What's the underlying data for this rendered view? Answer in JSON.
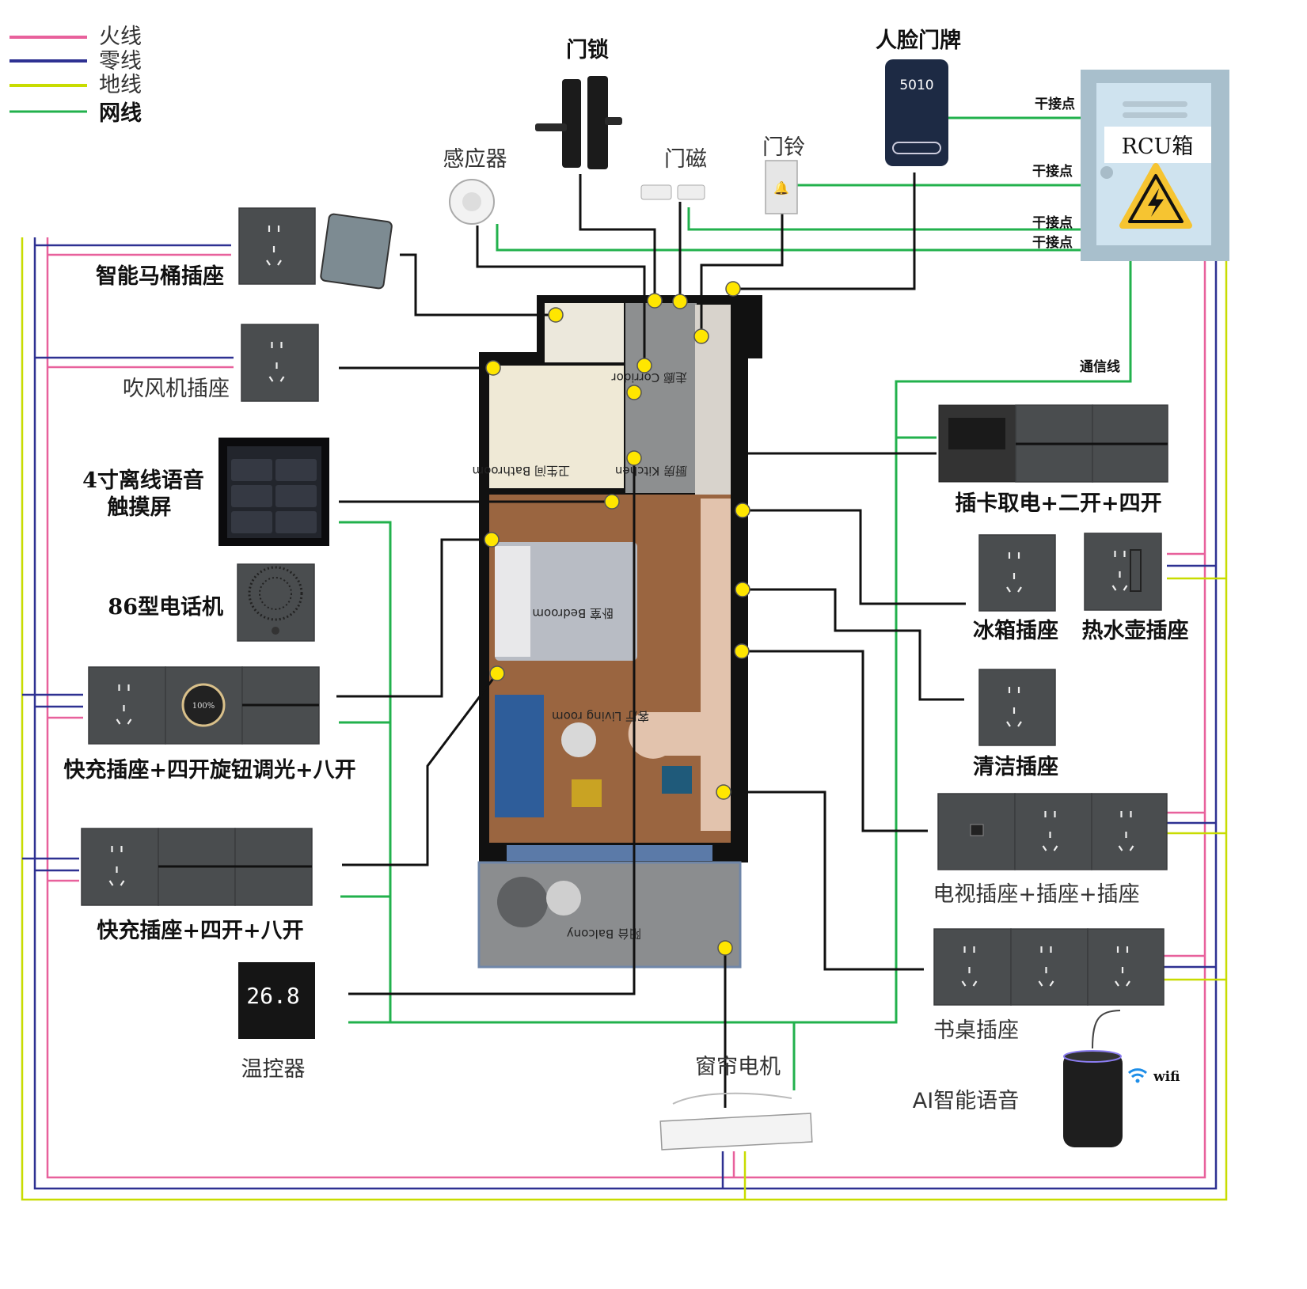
{
  "legend": [
    {
      "label": "火线",
      "color": "#e8619c"
    },
    {
      "label": "零线",
      "color": "#2e3192"
    },
    {
      "label": "地线",
      "color": "#c8dc00"
    },
    {
      "label": "网线",
      "color": "#22b14c"
    }
  ],
  "top_devices": {
    "door_lock": "门锁",
    "sensor": "感应器",
    "door_contact": "门磁",
    "doorbell": "门铃",
    "face_panel": "人脸门牌",
    "face_panel_room_number": "5010",
    "rcu_box": "RCU箱"
  },
  "dry_contacts": [
    "干接点",
    "干接点",
    "干接点",
    "干接点"
  ],
  "comm_line": "通信线",
  "left_devices": {
    "toilet_socket": "智能马桶插座",
    "hairdryer_socket": "吹风机插座",
    "touch_screen_line1": "4寸离线语音",
    "touch_screen_line2": "触摸屏",
    "phone": "86型电话机",
    "combo1": "快充插座+四开旋钮调光+八开",
    "combo1_knob": "100%",
    "combo2": "快充插座+四开+八开",
    "thermostat": "温控器",
    "thermostat_value": "26.8"
  },
  "right_devices": {
    "card_switch": "插卡取电+二开+四开",
    "fridge": "冰箱插座",
    "kettle": "热水壶插座",
    "cleaning": "清洁插座",
    "tv": "电视插座+插座+插座",
    "desk": "书桌插座",
    "ai_voice": "AI智能语音",
    "wifi": "wifi"
  },
  "bottom_devices": {
    "curtain_motor": "窗帘电机"
  },
  "floor_plan": {
    "bathroom": "卫生间 Bathroom",
    "corridor": "走廊 Corridor",
    "kitchen": "厨房 Kitchen",
    "bedroom": "卧室 Bedroom",
    "living_room": "客厅 Living room",
    "balcony": "阳台 Balcony"
  }
}
